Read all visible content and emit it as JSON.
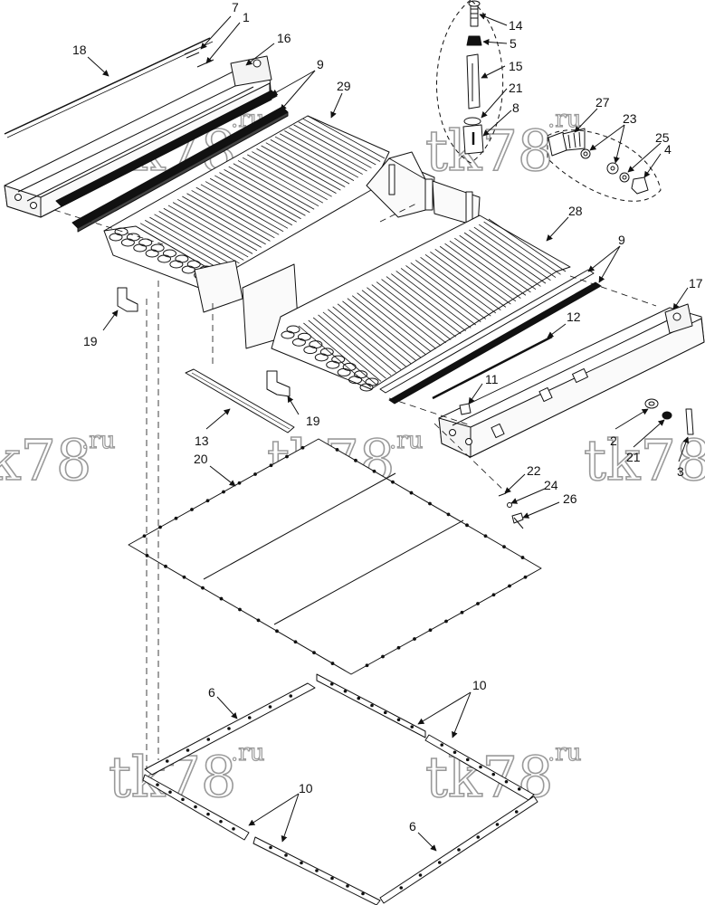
{
  "watermark": {
    "main": "tk78",
    "suffix": ".ru"
  },
  "callouts": {
    "n7": "7",
    "n1": "1",
    "n16": "16",
    "n18": "18",
    "n9a": "9",
    "n29": "29",
    "n14": "14",
    "n5": "5",
    "n15": "15",
    "n21a": "21",
    "n8": "8",
    "n27": "27",
    "n23": "23",
    "n25": "25",
    "n4": "4",
    "n28": "28",
    "n9b": "9",
    "n17": "17",
    "n12": "12",
    "n19a": "19",
    "n11": "11",
    "n13": "13",
    "n19b": "19",
    "n2": "2",
    "n21b": "21",
    "n3": "3",
    "n20": "20",
    "n22": "22",
    "n24": "24",
    "n26": "26",
    "n6a": "6",
    "n10a": "10",
    "n10b": "10",
    "n6b": "6"
  }
}
